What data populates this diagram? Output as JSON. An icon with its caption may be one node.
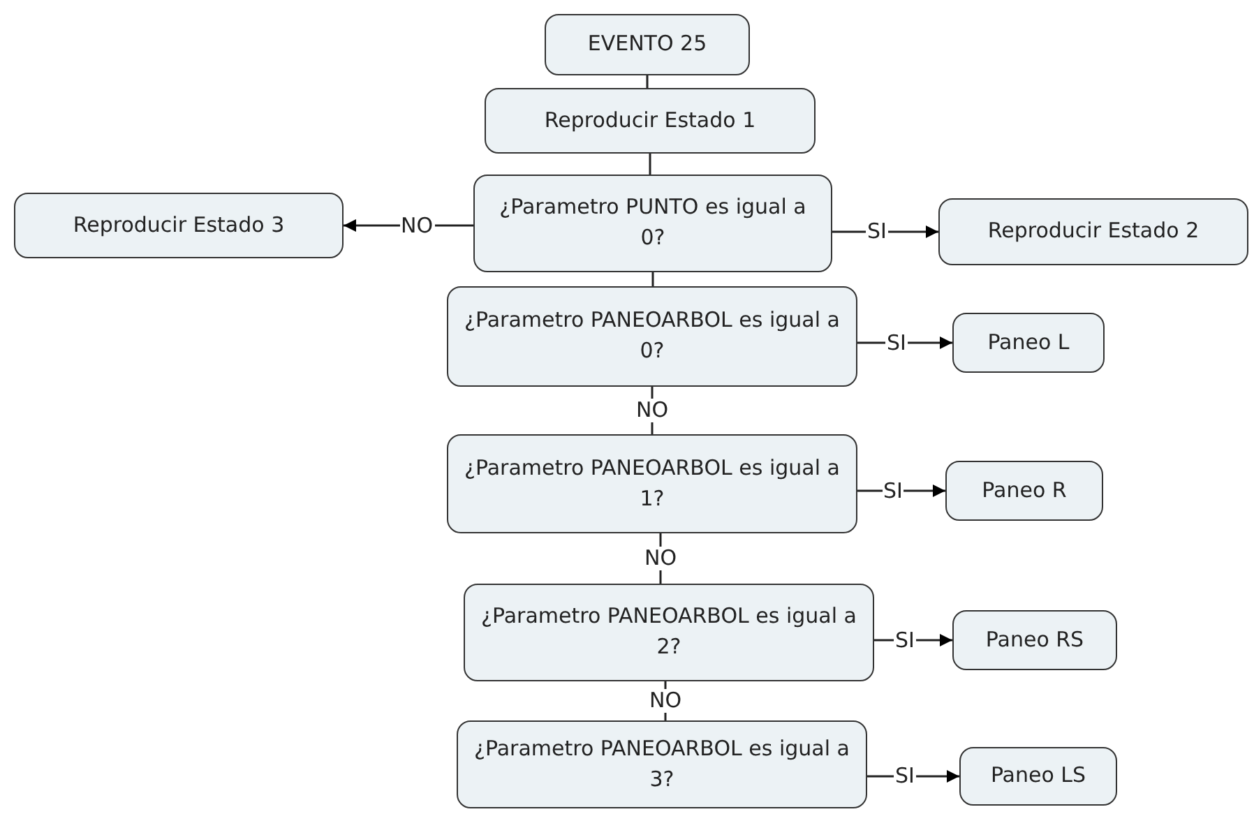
{
  "diagram": {
    "nodes": [
      {
        "text": [
          "EVENTO 25"
        ]
      },
      {
        "text": [
          "Reproducir Estado 1"
        ]
      },
      {
        "text": [
          "¿Parametro PUNTO es igual a 0?"
        ]
      },
      {
        "text": [
          "Reproducir Estado 3"
        ]
      },
      {
        "text": [
          "Reproducir Estado 2"
        ]
      },
      {
        "text": [
          "¿Parametro PANEOARBOL es igual a 0?"
        ]
      },
      {
        "text": [
          "Paneo L"
        ]
      },
      {
        "text": [
          "¿Parametro PANEOARBOL es igual a 1?"
        ]
      },
      {
        "text": [
          "Paneo R"
        ]
      },
      {
        "text": [
          "¿Parametro PANEOARBOL es igual a 2?"
        ]
      },
      {
        "text": [
          "Paneo RS"
        ]
      },
      {
        "text": [
          "¿Parametro PANEOARBOL es igual a 3?"
        ]
      },
      {
        "text": [
          "Paneo LS"
        ]
      }
    ],
    "edges": [
      {
        "from": 0,
        "to": 1,
        "arrow": "none"
      },
      {
        "from": 1,
        "to": 2,
        "arrow": "none"
      },
      {
        "from": 2,
        "to": 3,
        "arrow": "to",
        "label": "NO"
      },
      {
        "from": 2,
        "to": 4,
        "arrow": "to",
        "label": "SI"
      },
      {
        "from": 2,
        "to": 5,
        "arrow": "none"
      },
      {
        "from": 5,
        "to": 6,
        "arrow": "to",
        "label": "SI"
      },
      {
        "from": 5,
        "to": 7,
        "arrow": "none",
        "label": "NO"
      },
      {
        "from": 7,
        "to": 8,
        "arrow": "to",
        "label": "SI"
      },
      {
        "from": 7,
        "to": 9,
        "arrow": "none",
        "label": "NO"
      },
      {
        "from": 9,
        "to": 10,
        "arrow": "to",
        "label": "SI"
      },
      {
        "from": 9,
        "to": 11,
        "arrow": "none",
        "label": "NO"
      },
      {
        "from": 11,
        "to": 12,
        "arrow": "to",
        "label": "SI"
      }
    ]
  }
}
